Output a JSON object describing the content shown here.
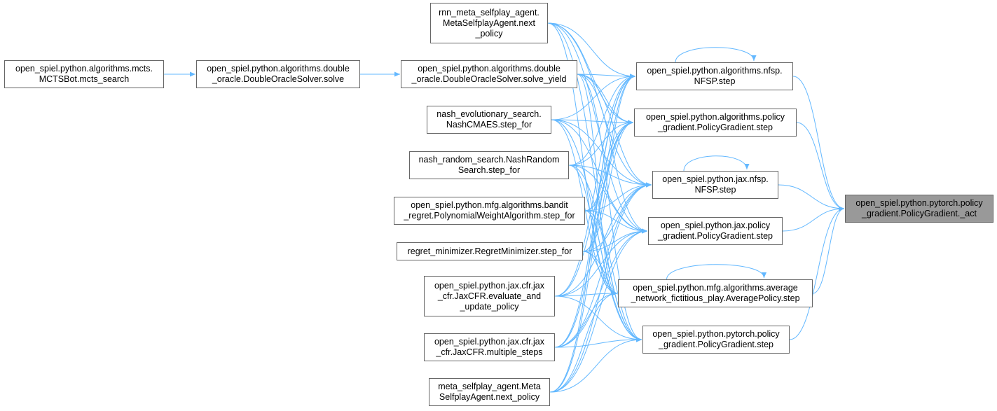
{
  "colors": {
    "edge": "#63b8ff",
    "border": "#666666",
    "target_fill": "#999999"
  },
  "nodes": {
    "mcts": {
      "label": "open_spiel.python.algorithms.mcts.\nMCTSBot.mcts_search"
    },
    "do_solve": {
      "label": "open_spiel.python.algorithms.double\n_oracle.DoubleOracleSolver.solve"
    },
    "do_solve_yield": {
      "label": "open_spiel.python.algorithms.double\n_oracle.DoubleOracleSolver.solve_yield"
    },
    "rnn_meta": {
      "label": "rnn_meta_selfplay_agent.\nMetaSelfplayAgent.next\n_policy"
    },
    "nash_evo": {
      "label": "nash_evolutionary_search.\nNashCMAES.step_for"
    },
    "nash_random": {
      "label": "nash_random_search.NashRandom\nSearch.step_for"
    },
    "bandit": {
      "label": "open_spiel.python.mfg.algorithms.bandit\n_regret.PolynomialWeightAlgorithm.step_for"
    },
    "regret_min": {
      "label": "regret_minimizer.RegretMinimizer.step_for"
    },
    "jax_cfr_eval": {
      "label": "open_spiel.python.jax.cfr.jax\n_cfr.JaxCFR.evaluate_and\n_update_policy"
    },
    "jax_cfr_multi": {
      "label": "open_spiel.python.jax.cfr.jax\n_cfr.JaxCFR.multiple_steps"
    },
    "meta_selfplay": {
      "label": "meta_selfplay_agent.Meta\nSelfplayAgent.next_policy"
    },
    "alg_nfsp": {
      "label": "open_spiel.python.algorithms.nfsp.\nNFSP.step"
    },
    "alg_pg": {
      "label": "open_spiel.python.algorithms.policy\n_gradient.PolicyGradient.step"
    },
    "jax_nfsp": {
      "label": "open_spiel.python.jax.nfsp.\nNFSP.step"
    },
    "jax_pg": {
      "label": "open_spiel.python.jax.policy\n_gradient.PolicyGradient.step"
    },
    "mfg_avg": {
      "label": "open_spiel.python.mfg.algorithms.average\n_network_fictitious_play.AveragePolicy.step"
    },
    "torch_pg": {
      "label": "open_spiel.python.pytorch.policy\n_gradient.PolicyGradient.step"
    },
    "target": {
      "label": "open_spiel.python.pytorch.policy\n_gradient.PolicyGradient._act"
    }
  },
  "edges": [
    [
      "mcts",
      "do_solve"
    ],
    [
      "do_solve",
      "do_solve_yield"
    ],
    [
      "do_solve_yield",
      "alg_nfsp"
    ],
    [
      "do_solve_yield",
      "alg_pg"
    ],
    [
      "do_solve_yield",
      "jax_nfsp"
    ],
    [
      "do_solve_yield",
      "jax_pg"
    ],
    [
      "do_solve_yield",
      "mfg_avg"
    ],
    [
      "do_solve_yield",
      "torch_pg"
    ],
    [
      "rnn_meta",
      "alg_nfsp"
    ],
    [
      "rnn_meta",
      "alg_pg"
    ],
    [
      "rnn_meta",
      "jax_nfsp"
    ],
    [
      "rnn_meta",
      "jax_pg"
    ],
    [
      "rnn_meta",
      "mfg_avg"
    ],
    [
      "rnn_meta",
      "torch_pg"
    ],
    [
      "nash_evo",
      "alg_nfsp"
    ],
    [
      "nash_evo",
      "alg_pg"
    ],
    [
      "nash_evo",
      "jax_nfsp"
    ],
    [
      "nash_evo",
      "jax_pg"
    ],
    [
      "nash_evo",
      "mfg_avg"
    ],
    [
      "nash_evo",
      "torch_pg"
    ],
    [
      "nash_random",
      "alg_nfsp"
    ],
    [
      "nash_random",
      "alg_pg"
    ],
    [
      "nash_random",
      "jax_nfsp"
    ],
    [
      "nash_random",
      "jax_pg"
    ],
    [
      "nash_random",
      "mfg_avg"
    ],
    [
      "nash_random",
      "torch_pg"
    ],
    [
      "bandit",
      "alg_nfsp"
    ],
    [
      "bandit",
      "alg_pg"
    ],
    [
      "bandit",
      "jax_nfsp"
    ],
    [
      "bandit",
      "jax_pg"
    ],
    [
      "bandit",
      "mfg_avg"
    ],
    [
      "bandit",
      "torch_pg"
    ],
    [
      "regret_min",
      "alg_nfsp"
    ],
    [
      "regret_min",
      "alg_pg"
    ],
    [
      "regret_min",
      "jax_nfsp"
    ],
    [
      "regret_min",
      "jax_pg"
    ],
    [
      "regret_min",
      "mfg_avg"
    ],
    [
      "regret_min",
      "torch_pg"
    ],
    [
      "jax_cfr_eval",
      "alg_nfsp"
    ],
    [
      "jax_cfr_eval",
      "alg_pg"
    ],
    [
      "jax_cfr_eval",
      "jax_nfsp"
    ],
    [
      "jax_cfr_eval",
      "jax_pg"
    ],
    [
      "jax_cfr_eval",
      "mfg_avg"
    ],
    [
      "jax_cfr_eval",
      "torch_pg"
    ],
    [
      "jax_cfr_multi",
      "alg_nfsp"
    ],
    [
      "jax_cfr_multi",
      "alg_pg"
    ],
    [
      "jax_cfr_multi",
      "jax_nfsp"
    ],
    [
      "jax_cfr_multi",
      "jax_pg"
    ],
    [
      "jax_cfr_multi",
      "mfg_avg"
    ],
    [
      "jax_cfr_multi",
      "torch_pg"
    ],
    [
      "meta_selfplay",
      "alg_nfsp"
    ],
    [
      "meta_selfplay",
      "alg_pg"
    ],
    [
      "meta_selfplay",
      "jax_nfsp"
    ],
    [
      "meta_selfplay",
      "jax_pg"
    ],
    [
      "meta_selfplay",
      "mfg_avg"
    ],
    [
      "meta_selfplay",
      "torch_pg"
    ],
    [
      "alg_nfsp",
      "alg_nfsp"
    ],
    [
      "jax_nfsp",
      "jax_nfsp"
    ],
    [
      "mfg_avg",
      "mfg_avg"
    ],
    [
      "alg_nfsp",
      "target"
    ],
    [
      "alg_pg",
      "target"
    ],
    [
      "jax_nfsp",
      "target"
    ],
    [
      "jax_pg",
      "target"
    ],
    [
      "mfg_avg",
      "target"
    ],
    [
      "torch_pg",
      "target"
    ]
  ]
}
